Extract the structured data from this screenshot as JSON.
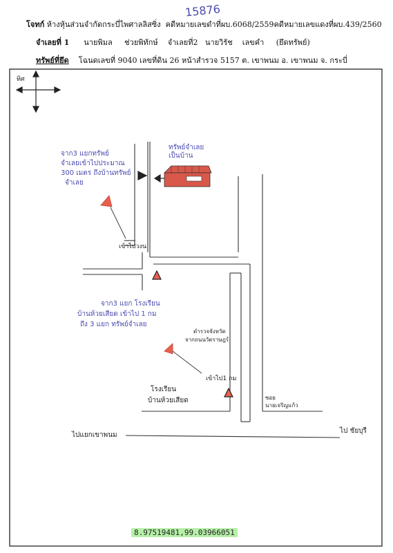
{
  "header": {
    "handwritten_number": "15876",
    "case_label": "โจทก์",
    "plaintiff": "ห้างหุ้นส่วนจำกัดกระบี่ไพศาลลิสซิ่ง",
    "black_case": "คดีหมายเลขดำที่ผบ.6068/2559",
    "red_case": "คดีหมายเลขแดงที่ผบ.439/2560",
    "defendant_label": "จำเลยที่ 1",
    "defendant_name": "นายพิมล",
    "assistant_role": "ช่วยพิทักษ์",
    "defendant2_label": "จำเลยที่2",
    "defendant2_name": "นายวิรัช",
    "defendant2_surname": "เลขคำ",
    "defendant_note": "(ยึดทรัพย์)",
    "property_label": "ทรัพย์ที่ยึด",
    "property_desc": "โฉนดเลขที่  9040 เลขที่ดิน  26  หน้าสำรวจ  5157  ต. เขาพนม  อ. เขาพนม   จ. กระบี่"
  },
  "map": {
    "compass_label": "ทิศ",
    "note1_lines": [
      "จาก3 แยกทรัพย์",
      "จำเลยเข้าไปประมาณ",
      "300 เมตร ถึงบ้านทรัพย์",
      "จำเลย"
    ],
    "property_lines": [
      "ทรัพย์จำเลย",
      "เป็นบ้าน"
    ],
    "road_label_1": "เข้าไปวงน",
    "note2_lines": [
      "จาก3 แยก โรงเรียน",
      "บ้านห้วยเสียด เข้าไป 1 กม",
      "ถึง 3 แยก ทรัพย์จำเลย"
    ],
    "side_label_lines": [
      "ตำรวจจังหวัด",
      "จากถนนวัดราษฎร์"
    ],
    "road_label_2": "เข้าไป1 กม",
    "school_lines": [
      "โรงเรียน",
      "บ้านห้วยเสียด"
    ],
    "soi_lines": [
      "ซอย",
      "นายเจริญแก้ว"
    ],
    "main_road_left": "ไปแยกเขาพนม",
    "main_road_right": "ไป ชัยบุรี"
  },
  "footer": {
    "coordinates": "8.97519481,99.03966051"
  },
  "colors": {
    "house": "#d9584a",
    "arrow_red": "#e8604f",
    "pen_blue": "#4a4ab0",
    "highlight": "#b6f0a8"
  }
}
